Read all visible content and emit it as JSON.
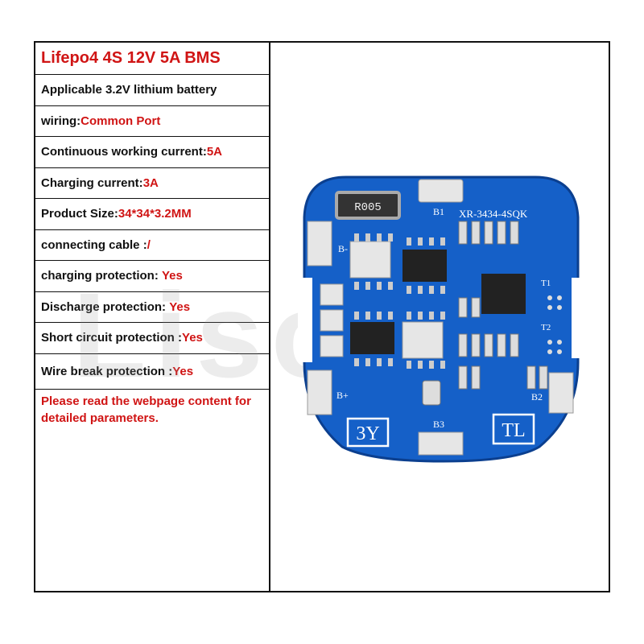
{
  "spec": {
    "title": "Lifepo4 4S 12V 5A BMS",
    "rows": [
      {
        "label": "Applicable 3.2V lithium battery",
        "value": ""
      },
      {
        "label": "wiring:",
        "value": "Common Port"
      },
      {
        "label": "Continuous working current:",
        "value": "5A"
      },
      {
        "label": "Charging current:",
        "value": "3A"
      },
      {
        "label": "Product Size:",
        "value": "34*34*3.2MM"
      },
      {
        "label": "connecting cable :",
        "value": "/"
      },
      {
        "label": "charging protection: ",
        "value": "Yes"
      },
      {
        "label": "Discharge protection: ",
        "value": "Yes"
      },
      {
        "label": "Short circuit protection :",
        "value": "Yes"
      },
      {
        "label": "Wire break protection :",
        "value": "Yes"
      }
    ],
    "note": "Please read the webpage content for detailed parameters."
  },
  "board": {
    "model_text": "XR-3434-4SQK",
    "resistor_text": "R005",
    "pads": {
      "b1": "B1",
      "b2": "B2",
      "b3": "B3",
      "b_minus": "B-",
      "b_plus": "B+",
      "t1": "T1",
      "t2": "T2"
    },
    "mark_left": "3Y",
    "mark_right": "TL"
  },
  "watermark": "Lisol"
}
